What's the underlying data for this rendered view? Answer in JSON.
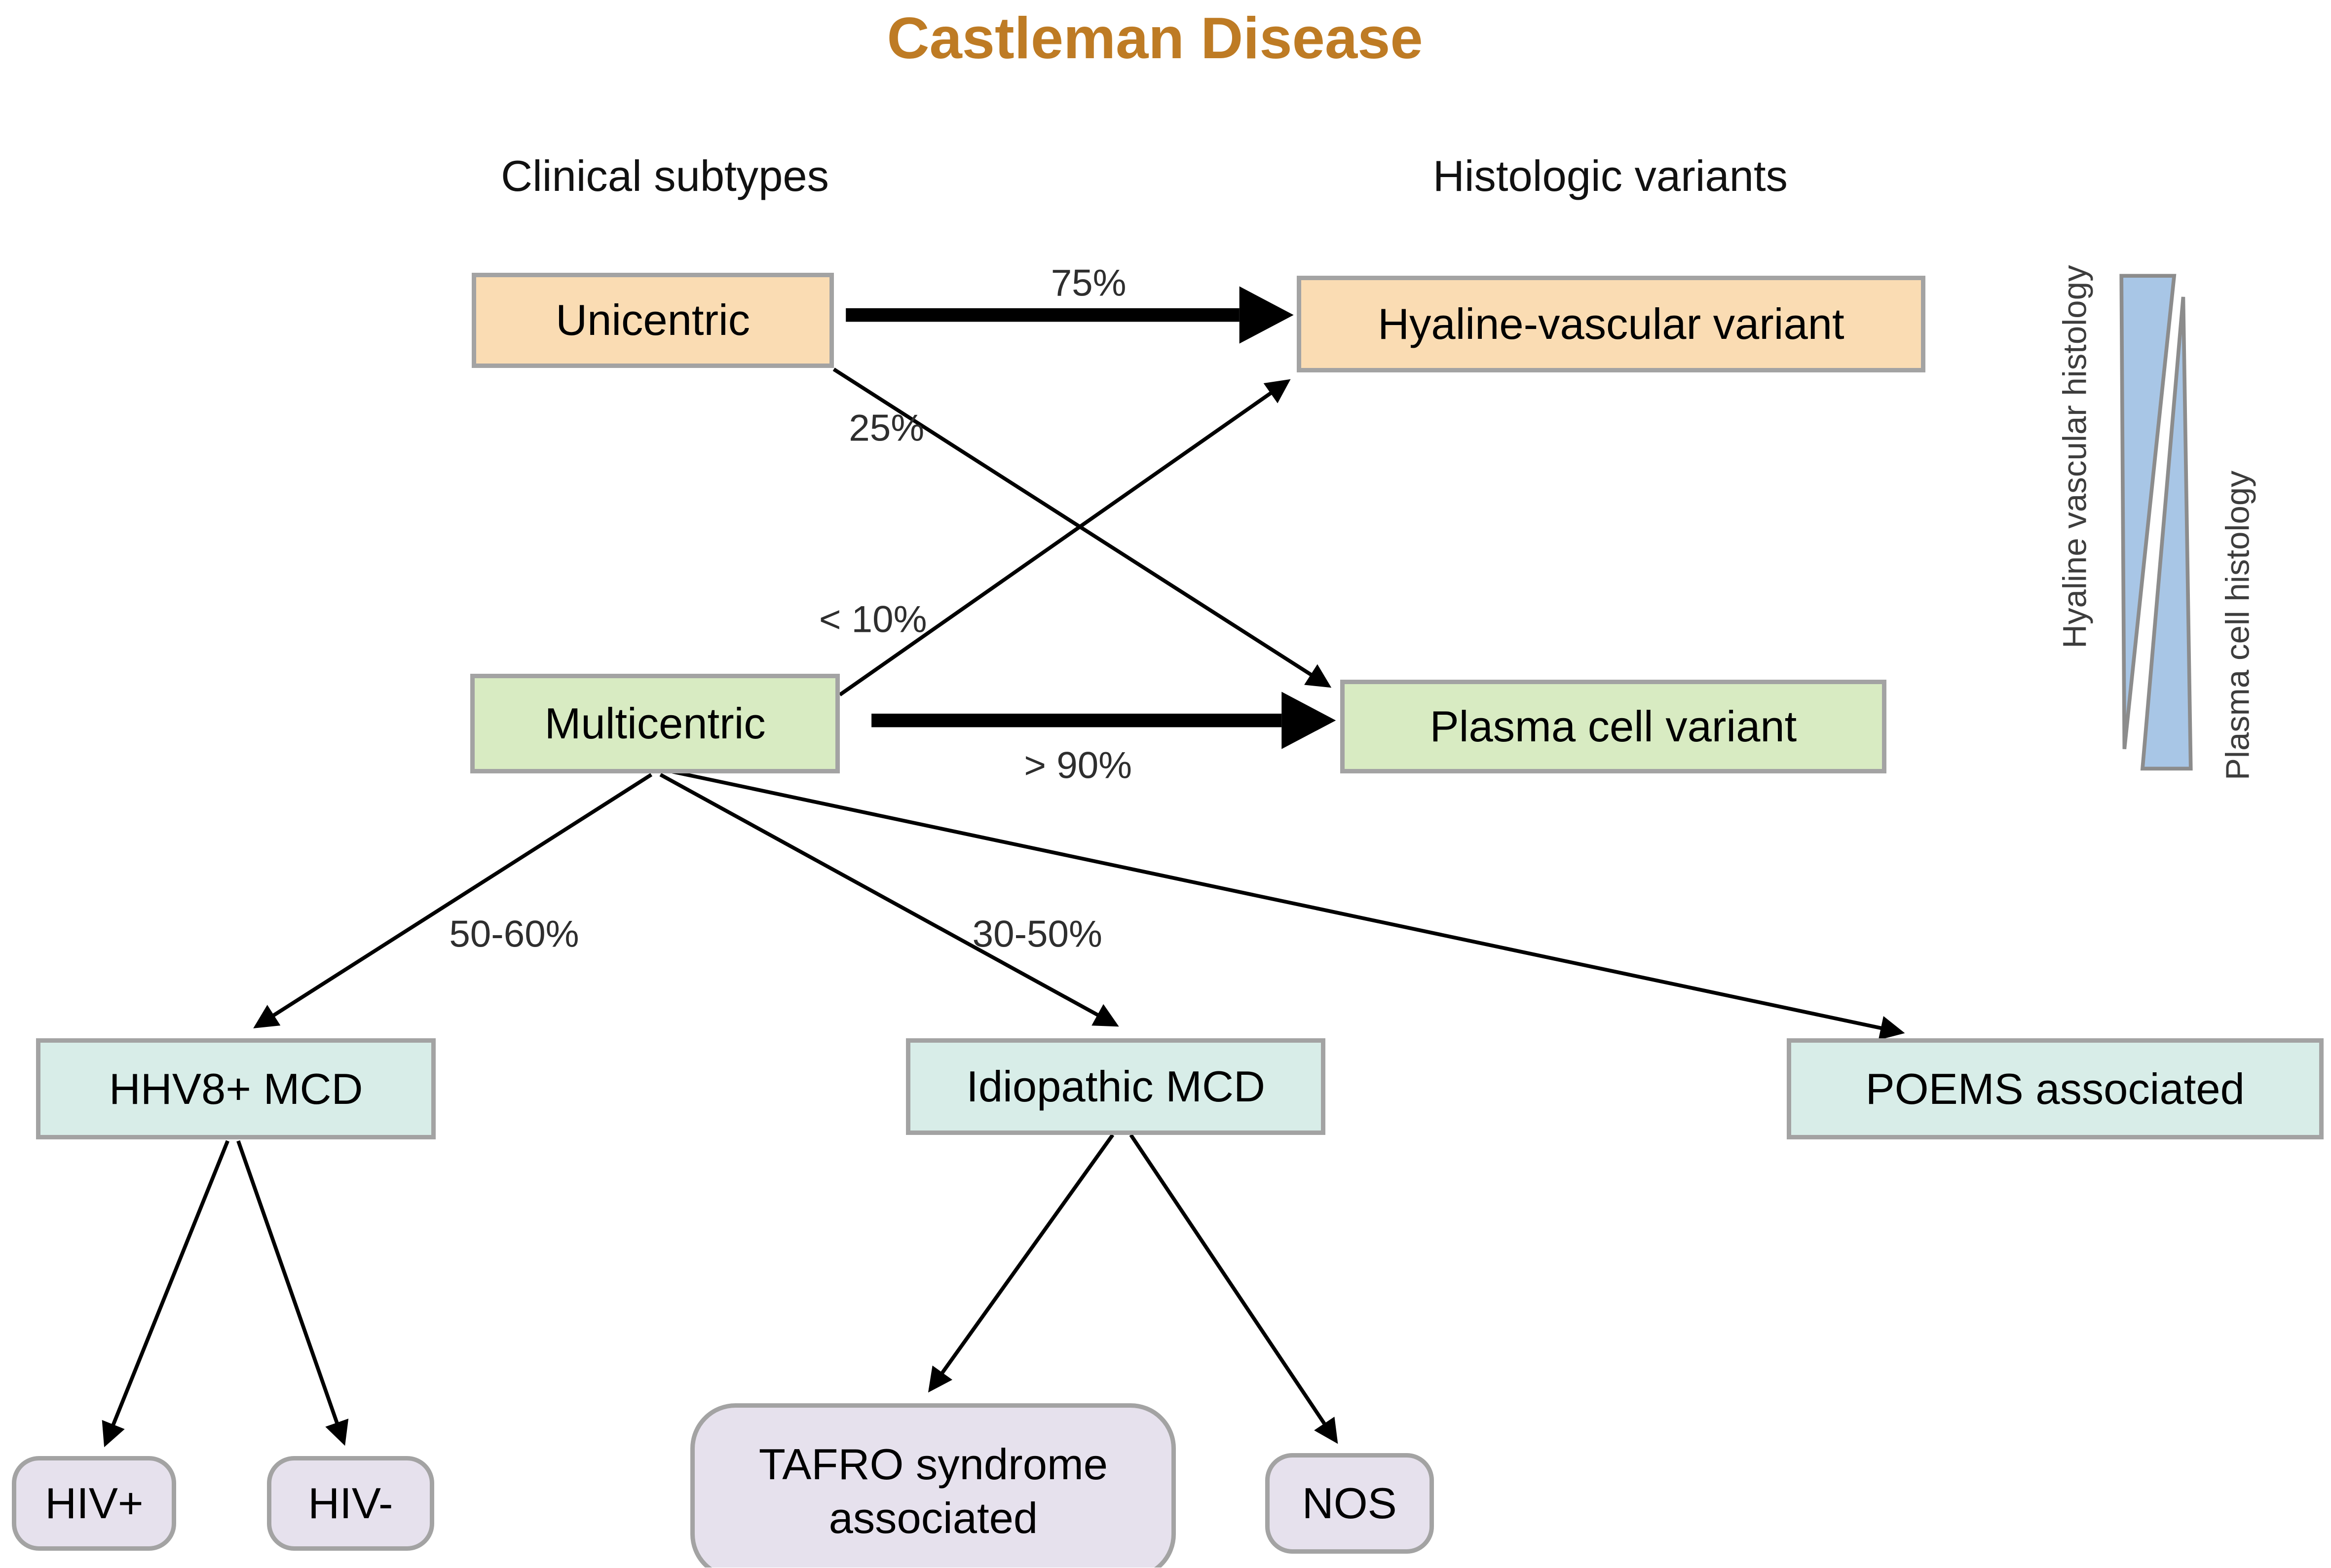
{
  "title": "Castleman Disease",
  "headers": {
    "clinical": "Clinical subtypes",
    "histologic": "Histologic variants"
  },
  "nodes": {
    "unicentric": {
      "label": "Unicentric"
    },
    "multicentric": {
      "label": "Multicentric"
    },
    "hyaline": {
      "label": "Hyaline-vascular variant"
    },
    "plasma": {
      "label": "Plasma cell variant"
    },
    "hhv8": {
      "label": "HHV8+ MCD"
    },
    "idiopathic": {
      "label": "Idiopathic MCD"
    },
    "poems": {
      "label": "POEMS associated"
    },
    "hiv_pos": {
      "label": "HIV+"
    },
    "hiv_neg": {
      "label": "HIV-"
    },
    "tafro": {
      "label": "TAFRO syndrome associated"
    },
    "nos": {
      "label": "NOS"
    }
  },
  "edges": {
    "p75": "75%",
    "p25": "25%",
    "p10": "< 10%",
    "p90": "> 90%",
    "p5060": "50-60%",
    "p3050": "30-50%"
  },
  "legend": {
    "left": "Hyaline vascular histology",
    "right": "Plasma cell histology"
  },
  "colors": {
    "accent_title": "#BE7B24",
    "box_orange": "#FADCB3",
    "box_green": "#D8EBC2",
    "box_teal": "#D8EDE8",
    "box_lavender": "#E6E1ED",
    "wedge_blue": "#A8C6E6",
    "border_gray": "#A3A3A3",
    "arrow_black": "#000000"
  }
}
